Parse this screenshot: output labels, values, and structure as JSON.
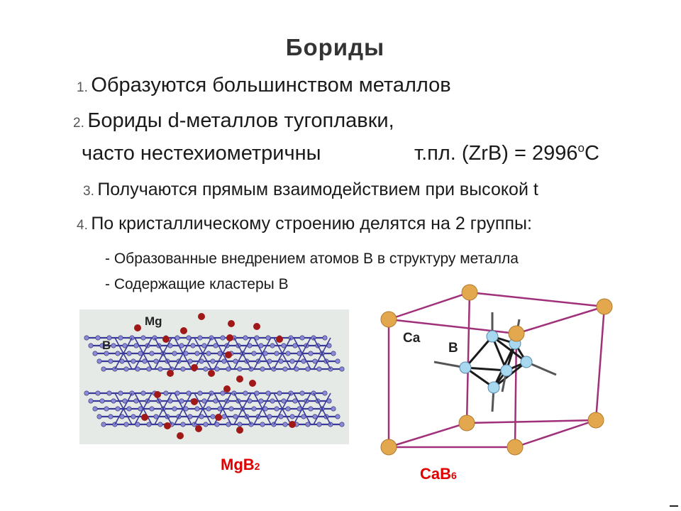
{
  "slide": {
    "title": "Бориды",
    "items": [
      {
        "num": "1.",
        "text": "Образуются большинством металлов"
      },
      {
        "num": "2.",
        "text": "Бориды d-металлов тугоплавки,",
        "line2": "часто нестехиометричны",
        "mp_label": "т.пл. (ZrB) = 2996",
        "mp_sup": "o",
        "mp_unit": "C"
      },
      {
        "num": "3.",
        "text": "Получаются прямым взаимодействием при высокой t"
      },
      {
        "num": "4.",
        "text": "По кристаллическому строению делятся на 2 группы:"
      }
    ],
    "subitems": [
      "- Образованные внедрением атомов В в структуру металла",
      "- Содержащие кластеры В"
    ]
  },
  "figures": {
    "mgb2": {
      "label_mg": "Mg",
      "label_b": "B",
      "caption_main": "MgB",
      "caption_sub": "2"
    },
    "cab6": {
      "label_ca": "Ca",
      "label_b": "B",
      "caption_main": "CaB",
      "caption_sub": "6"
    }
  },
  "colors": {
    "caption": "#e00000",
    "frame": "#a0307a",
    "ca_atom": "#e3a84e",
    "b_atom": "#a8d8f0",
    "mg_atom": "#a01818",
    "b_sheet": "#3a3a9a"
  }
}
